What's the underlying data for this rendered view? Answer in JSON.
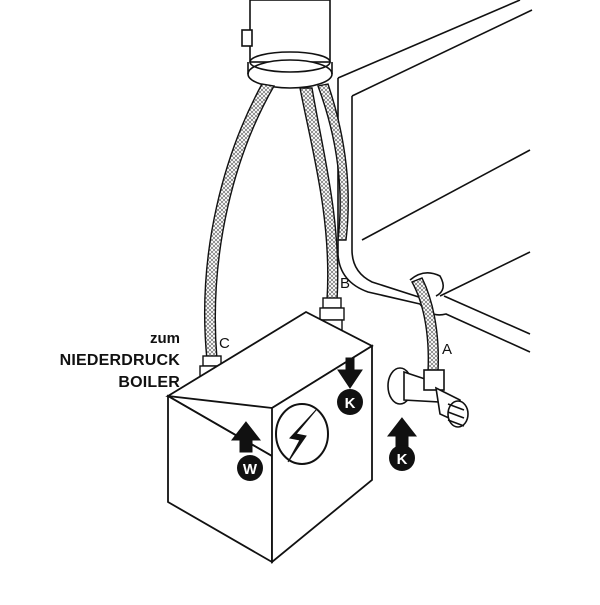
{
  "caption": {
    "line1": "zum",
    "line2": "NIEDERDRUCK",
    "line3": "BOILER"
  },
  "labels": {
    "a": "A",
    "b": "B",
    "c": "C"
  },
  "badges": {
    "warm": "W",
    "cold_box": "K",
    "cold_valve": "K"
  },
  "icons": {
    "electric": "lightning-bolt-icon",
    "flow_arrow": "arrow-icon"
  },
  "colors": {
    "line": "#111111",
    "fill": "#ffffff",
    "badge": "#111111"
  }
}
